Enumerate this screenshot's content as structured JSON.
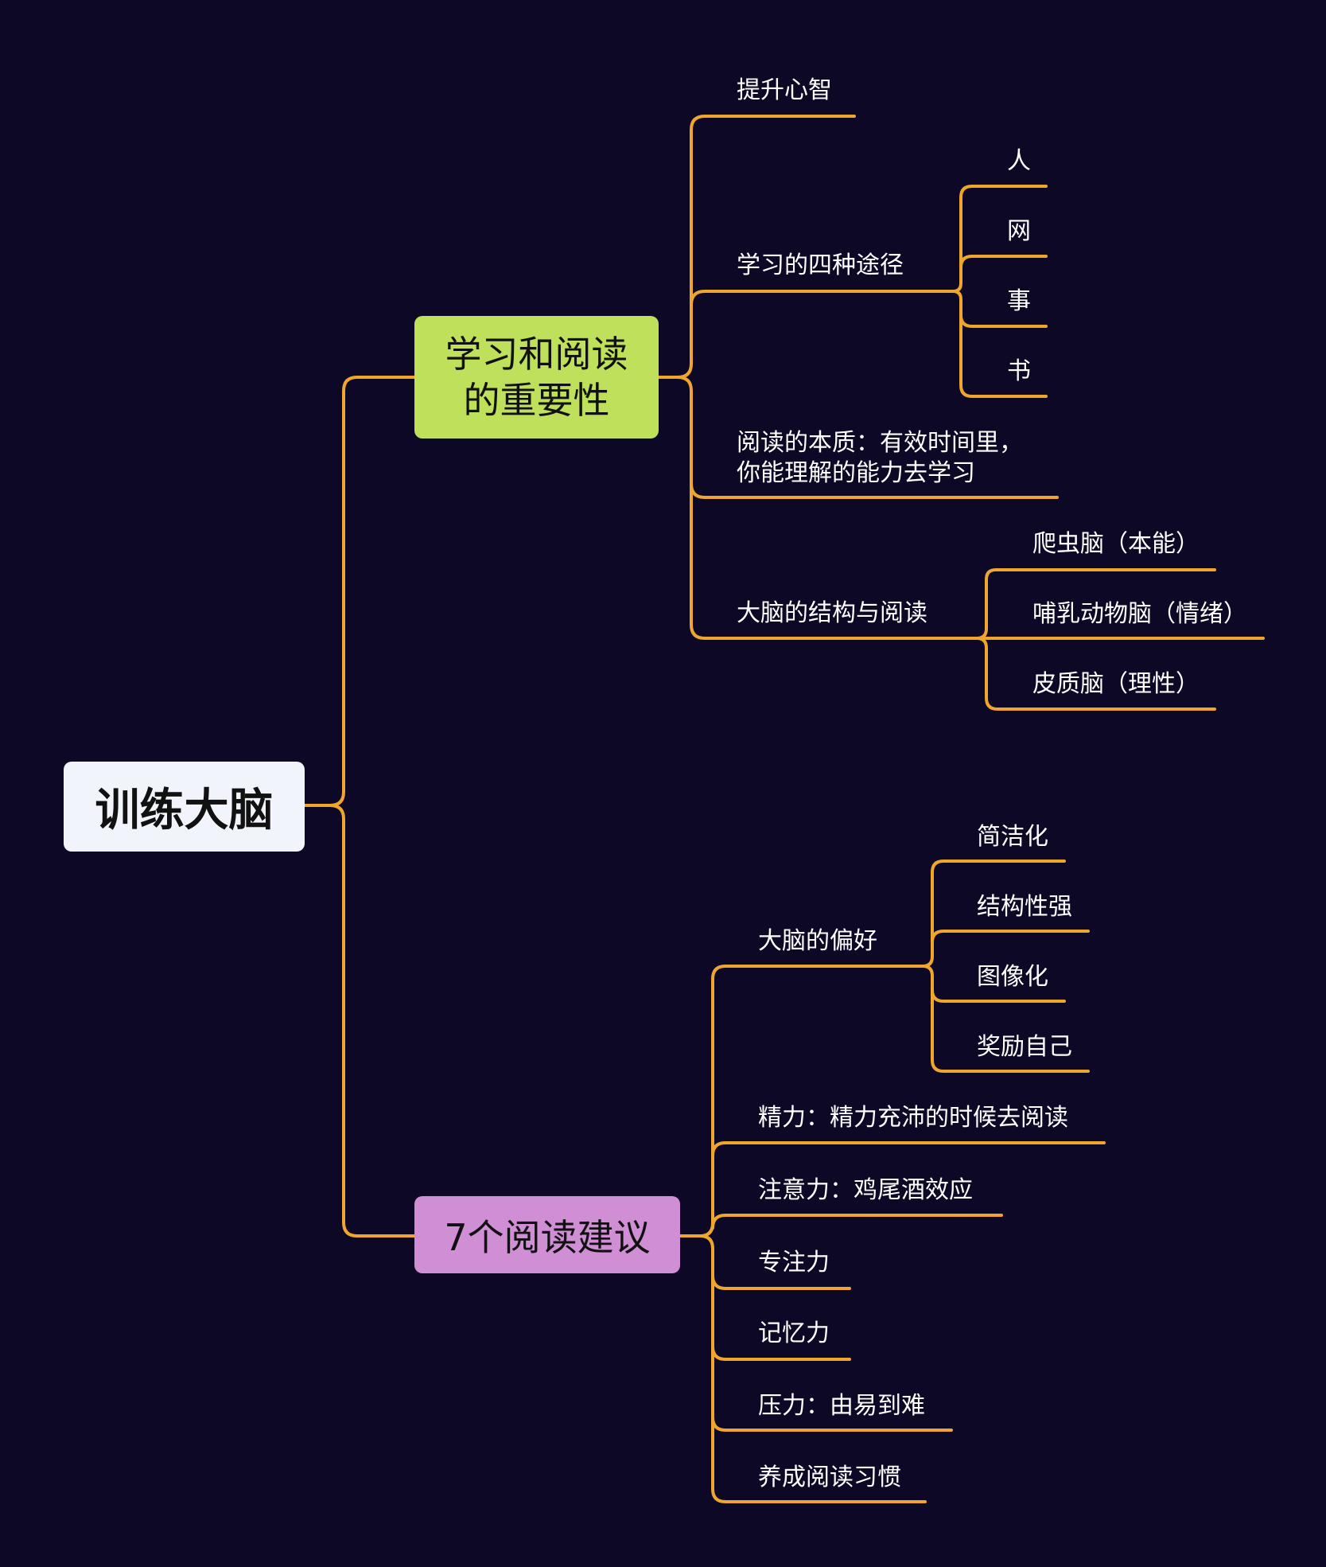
{
  "root": {
    "label": "训练大脑"
  },
  "branch_reading": {
    "label_line1": "学习和阅读",
    "label_line2": "的重要性",
    "improve": "提升心智",
    "four_ways": {
      "label": "学习的四种途径",
      "items": [
        "人",
        "网",
        "事",
        "书"
      ]
    },
    "essence_line1": "阅读的本质：有效时间里，",
    "essence_line2": "你能理解的能力去学习",
    "brain_structure": {
      "label": "大脑的结构与阅读",
      "items": [
        "爬虫脑（本能）",
        "哺乳动物脑（情绪）",
        "皮质脑（理性）"
      ]
    }
  },
  "branch_advice": {
    "label": "7个阅读建议",
    "preference": {
      "label": "大脑的偏好",
      "items": [
        "简洁化",
        "结构性强",
        "图像化",
        "奖励自己"
      ]
    },
    "energy": "精力：精力充沛的时候去阅读",
    "attention": "注意力：鸡尾酒效应",
    "focus": "专注力",
    "memory": "记忆力",
    "pressure": "压力：由易到难",
    "habit": "养成阅读习惯"
  },
  "colors": {
    "background": "#0c0826",
    "connector": "#f0a52e",
    "root_fill": "#f2f4fb",
    "branch_reading_fill": "#bfe05a",
    "branch_advice_fill": "#d08ed5",
    "text_light": "#ffffff"
  }
}
